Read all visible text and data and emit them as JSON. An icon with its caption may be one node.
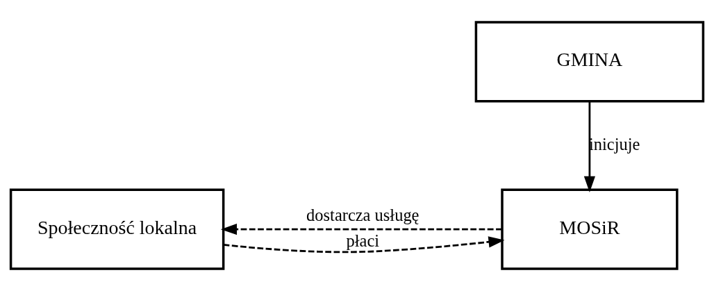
{
  "diagram": {
    "nodes": [
      {
        "text": [
          "GMINA"
        ]
      },
      {
        "text": [
          "Społeczność lokalna"
        ]
      },
      {
        "text": [
          "MOSiR"
        ]
      }
    ],
    "edges": [
      {
        "from": 0,
        "to": 2,
        "arrow": "to",
        "label": "inicjuje"
      },
      {
        "from": 1,
        "to": 2,
        "arrow": "to",
        "label": "płaci",
        "style": "dashed"
      },
      {
        "from": 2,
        "to": 1,
        "arrow": "to",
        "label": "dostarcza usługę",
        "style": "dashed"
      }
    ]
  }
}
